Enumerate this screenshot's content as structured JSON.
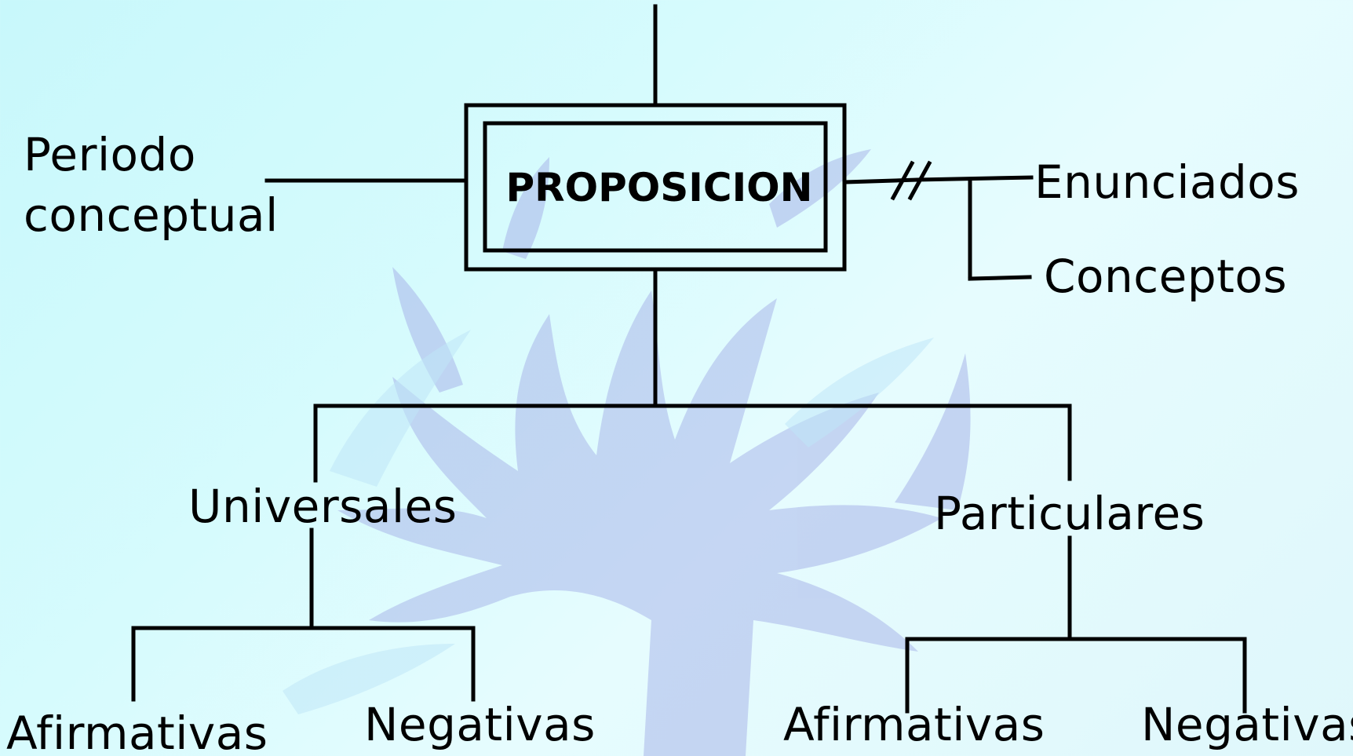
{
  "diagram": {
    "center_box": {
      "label": "PROPOSICION"
    },
    "left_node": {
      "line1": "Periodo",
      "line2": "conceptual"
    },
    "right_nodes": {
      "top": "Enunciados",
      "bottom": "Conceptos"
    },
    "branches": {
      "universal": {
        "label": "Universales",
        "children": [
          "Afirmativas",
          "Negativas"
        ]
      },
      "particular": {
        "label": "Particulares",
        "children": [
          "Afirmativas",
          "Negativas"
        ]
      }
    }
  },
  "colors": {
    "background": "#d6fbfd",
    "watermark": "#a9b6ea",
    "line": "#000000"
  },
  "icons": {
    "watermark": "tree-watermark-icon"
  }
}
